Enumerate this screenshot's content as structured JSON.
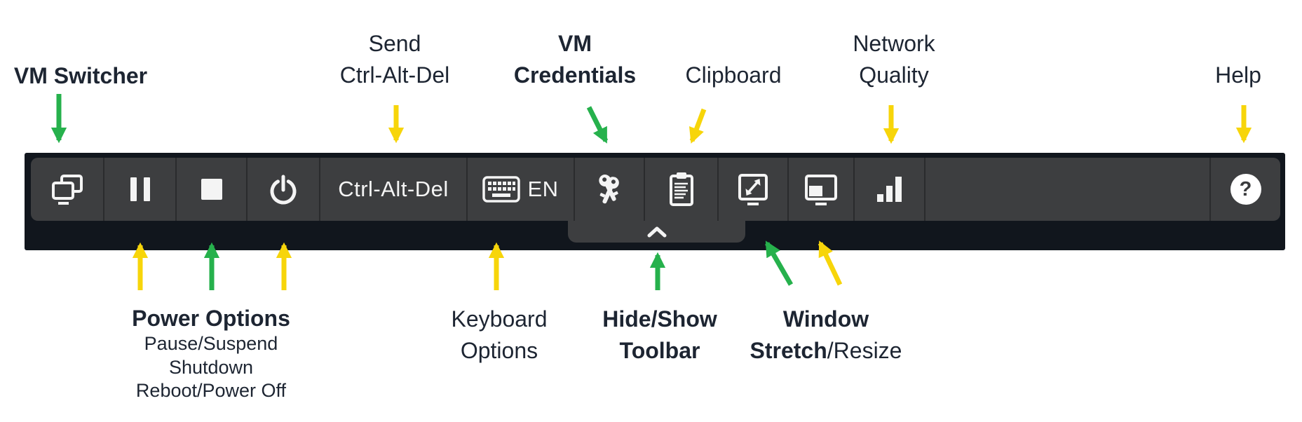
{
  "colors": {
    "arrow_green": "#26b14c",
    "arrow_yellow": "#f7d50a",
    "toolbar_frame": "#11161d",
    "toolbar_bar": "#3d3e40",
    "divider": "#2a2b2d",
    "icon_white": "#f4f4f4",
    "label_text": "#1d2532"
  },
  "toolbar": {
    "ctrl_alt_del": "Ctrl-Alt-Del",
    "keyboard_lang": "EN",
    "help_glyph": "?",
    "icons": {
      "vm_switcher": "overlapping-windows-icon",
      "pause": "pause-icon",
      "stop": "stop-icon",
      "power": "power-icon",
      "keyboard": "keyboard-icon",
      "vm_credentials": "keys-icon",
      "clipboard": "clipboard-icon",
      "window_stretch": "monitor-diagonal-arrow-icon",
      "window_resize": "overlapping-window-icon",
      "network_quality": "signal-bars-icon",
      "help": "question-mark-icon",
      "hide_show_toolbar": "chevron-up-icon"
    }
  },
  "labels": {
    "vm_switcher": "VM Switcher",
    "send_line1": "Send",
    "send_line2": "Ctrl-Alt-Del",
    "vm_credentials_line1": "VM",
    "vm_credentials_line2": "Credentials",
    "clipboard": "Clipboard",
    "network_line1": "Network",
    "network_line2": "Quality",
    "help": "Help",
    "power_options": "Power Options",
    "power_sub1": "Pause/Suspend",
    "power_sub2": "Shutdown",
    "power_sub3": "Reboot/Power Off",
    "keyboard_line1": "Keyboard",
    "keyboard_line2": "Options",
    "hideshow_line1": "Hide/Show",
    "hideshow_line2": "Toolbar",
    "window_line1": "Window",
    "window_line2_bold": "Stretch",
    "window_line2_rest": "/Resize"
  }
}
